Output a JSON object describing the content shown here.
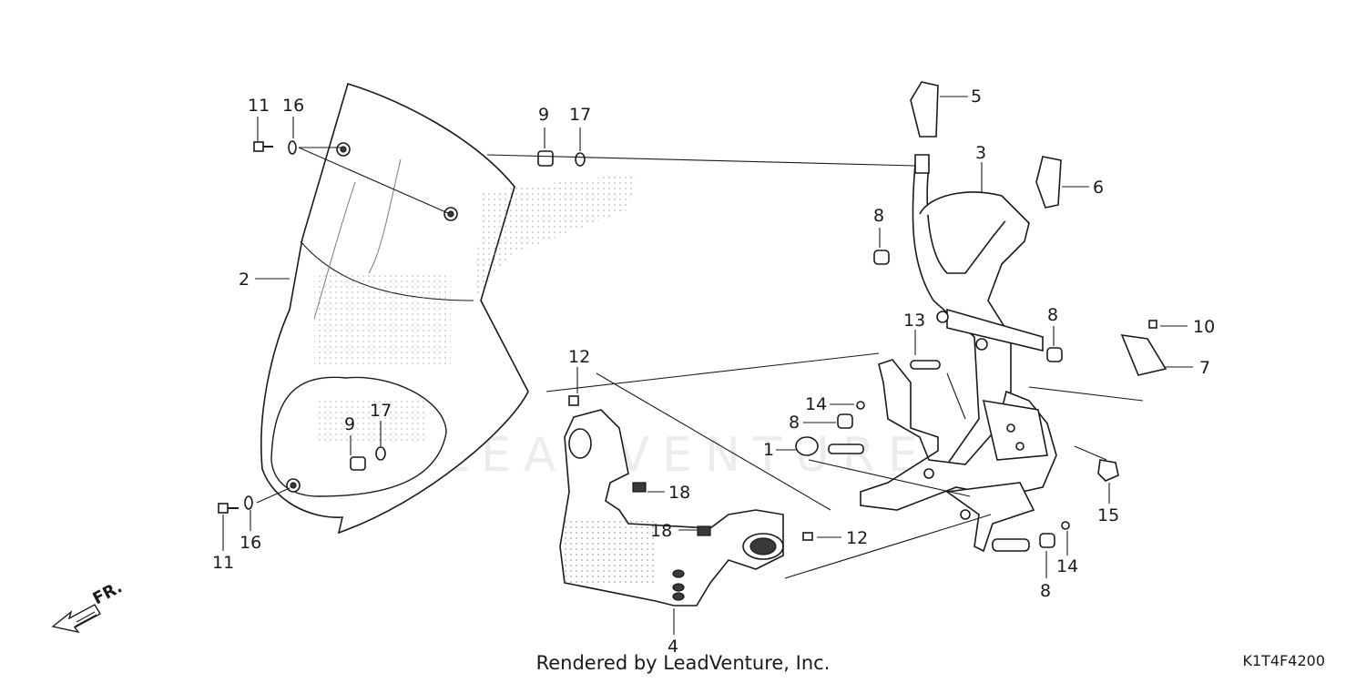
{
  "diagram": {
    "callouts": [
      {
        "id": "c1",
        "text": "1"
      },
      {
        "id": "c2",
        "text": "2"
      },
      {
        "id": "c3",
        "text": "3"
      },
      {
        "id": "c4",
        "text": "4"
      },
      {
        "id": "c5",
        "text": "5"
      },
      {
        "id": "c6",
        "text": "6"
      },
      {
        "id": "c7",
        "text": "7"
      },
      {
        "id": "c8a",
        "text": "8"
      },
      {
        "id": "c8b",
        "text": "8"
      },
      {
        "id": "c8c",
        "text": "8"
      },
      {
        "id": "c8d",
        "text": "8"
      },
      {
        "id": "c9a",
        "text": "9"
      },
      {
        "id": "c9b",
        "text": "9"
      },
      {
        "id": "c10",
        "text": "10"
      },
      {
        "id": "c11a",
        "text": "11"
      },
      {
        "id": "c11b",
        "text": "11"
      },
      {
        "id": "c12a",
        "text": "12"
      },
      {
        "id": "c12b",
        "text": "12"
      },
      {
        "id": "c13",
        "text": "13"
      },
      {
        "id": "c14a",
        "text": "14"
      },
      {
        "id": "c14b",
        "text": "14"
      },
      {
        "id": "c15",
        "text": "15"
      },
      {
        "id": "c16a",
        "text": "16"
      },
      {
        "id": "c16b",
        "text": "16"
      },
      {
        "id": "c17a",
        "text": "17"
      },
      {
        "id": "c17b",
        "text": "17"
      },
      {
        "id": "c18a",
        "text": "18"
      },
      {
        "id": "c18b",
        "text": "18"
      }
    ],
    "direction_label": "FR.",
    "watermark": "LEADVENTURE",
    "credit": "Rendered by LeadVenture, Inc.",
    "diagram_code": "K1T4F4200"
  }
}
